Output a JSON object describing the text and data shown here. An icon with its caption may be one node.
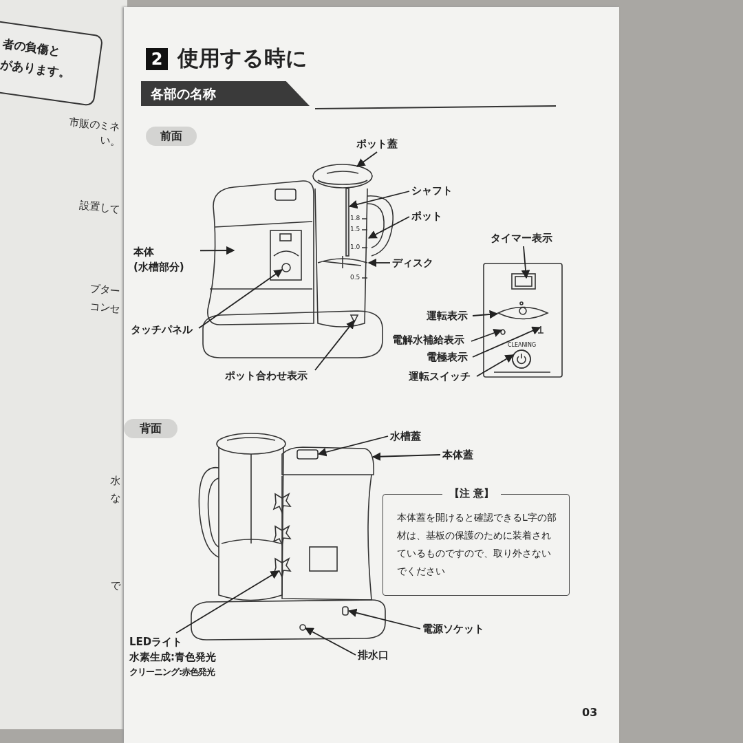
{
  "diagram": {
    "title": "使用する時に",
    "nodes": [
      {
        "text": [
          "各部の名称"
        ]
      },
      {
        "text": [
          "前面"
        ]
      },
      {
        "text": [
          "ポット蓋"
        ]
      },
      {
        "text": [
          "シャフト"
        ]
      },
      {
        "text": [
          "ポット"
        ]
      },
      {
        "text": [
          "本体",
          "(水槽部分)"
        ]
      },
      {
        "text": [
          "ディスク"
        ]
      },
      {
        "text": [
          "タイマー表示"
        ]
      },
      {
        "text": [
          "タッチパネル"
        ]
      },
      {
        "text": [
          "運転表示"
        ]
      },
      {
        "text": [
          "電解水補給表示"
        ]
      },
      {
        "text": [
          "電極表示"
        ]
      },
      {
        "text": [
          "ポット合わせ表示"
        ]
      },
      {
        "text": [
          "運転スイッチ"
        ]
      },
      {
        "text": [
          "背面"
        ]
      },
      {
        "text": [
          "水槽蓋"
        ]
      },
      {
        "text": [
          "本体蓋"
        ]
      },
      {
        "text": [
          "【注 意】",
          "本体蓋を開けると確認できるL字の部材は、基板の保護のために装着されているものですので、取り外さないでください"
        ]
      },
      {
        "text": [
          "LEDライト",
          "水素生成:青色発光",
          "クリーニング:赤色発光"
        ]
      },
      {
        "text": [
          "電源ソケット"
        ]
      },
      {
        "text": [
          "排水口"
        ]
      },
      {
        "text": [],
        "shape": "picture"
      },
      {
        "text": [],
        "shape": "picture",
        "beside": [
          "1.8",
          "1.5",
          "1.0",
          "0.5"
        ]
      },
      {
        "text": [],
        "shape": "bar",
        "in": 22
      },
      {
        "text": [],
        "shape": "picture"
      },
      {
        "text": [],
        "shape": "picture",
        "in": 22
      },
      {
        "text": [],
        "shape": "picture"
      },
      {
        "text": [],
        "shape": "picture",
        "in": 24
      },
      {
        "text": [],
        "shape": "picture"
      },
      {
        "text": [],
        "shape": "picture"
      },
      {
        "text": [],
        "shape": "picture"
      },
      {
        "text": [],
        "shape": "picture",
        "in": 22
      },
      {
        "text": [],
        "shape": "circle"
      },
      {
        "text": [],
        "shape": "picture"
      },
      {
        "text": [],
        "shape": "box",
        "in": 33
      },
      {
        "text": [],
        "shape": "picture"
      },
      {
        "text": [],
        "shape": "box"
      },
      {
        "text": [],
        "shape": "circle"
      },
      {
        "text": [],
        "shape": "box",
        "in": 24
      }
    ],
    "edges": [
      {
        "from": 2,
        "to": 21,
        "arrow": "to"
      },
      {
        "from": 3,
        "to": 23,
        "arrow": "to"
      },
      {
        "from": 4,
        "to": 22,
        "arrow": "to"
      },
      {
        "from": 5,
        "to": 24,
        "arrow": "to"
      },
      {
        "from": 6,
        "to": 25,
        "arrow": "to"
      },
      {
        "from": 7,
        "to": 26,
        "arrow": "to"
      },
      {
        "from": 8,
        "to": 27,
        "arrow": "to"
      },
      {
        "from": 9,
        "to": 28,
        "arrow": "to"
      },
      {
        "from": 10,
        "to": 29,
        "arrow": "to"
      },
      {
        "from": 11,
        "to": 30,
        "arrow": "to"
      },
      {
        "from": 12,
        "to": 31,
        "arrow": "to"
      },
      {
        "from": 13,
        "to": 32,
        "arrow": "to"
      },
      {
        "from": 15,
        "to": 34,
        "arrow": "to"
      },
      {
        "from": 16,
        "to": 33,
        "arrow": "to"
      },
      {
        "from": 18,
        "to": 35,
        "arrow": "to"
      },
      {
        "from": 19,
        "to": 36,
        "arrow": "to"
      },
      {
        "from": 20,
        "to": 37,
        "arrow": "to"
      }
    ],
    "labels": [
      "者の負傷と",
      "があります。",
      "市販のミネ",
      "い。",
      "設置して",
      "プター",
      "コンセ",
      "水",
      "な",
      "で",
      "2",
      "CLEANING",
      "03"
    ]
  }
}
